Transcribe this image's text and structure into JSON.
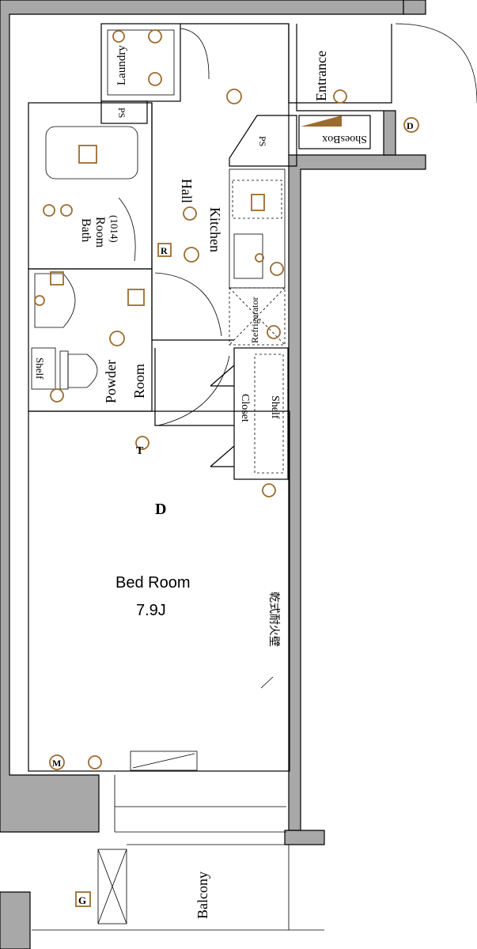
{
  "rooms": {
    "bedroom": {
      "name": "Bed Room",
      "size": "7.9J"
    },
    "kitchen": "Kitchen",
    "hall": "Hall",
    "bathroom": {
      "name": "Bath",
      "name2": "Room",
      "size": "(1014)"
    },
    "powder_room": {
      "name": "Powder",
      "name2": "Room"
    },
    "laundry": "Laundry",
    "entrance": "Entrance",
    "shoes_box": "ShoesBox",
    "refrigerator": "Refrigerator",
    "closet": "Closet",
    "closet_shelf": "Shelf",
    "powder_shelf": "Shelf",
    "balcony": "Balcony",
    "ps_upper": "PS",
    "ps_lower": "PS",
    "fire_wall_note": "乾式耐火壁"
  },
  "symbols": {
    "refrigerator_mark": "R",
    "cable_d": "D",
    "gas_mark": "G",
    "meter_mark": "M",
    "outlet_t": "T"
  },
  "colors": {
    "wall": "#a8a8a8",
    "symbol": "#9c6b2f",
    "line": "#000000"
  }
}
